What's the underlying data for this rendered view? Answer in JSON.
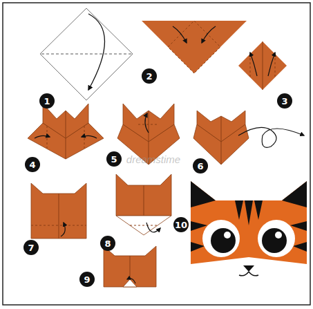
{
  "diagram": {
    "labels": [
      "1",
      "2",
      "3",
      "4",
      "5",
      "6",
      "7",
      "8",
      "9",
      "10",
      "dreamstime"
    ]
  }
}
